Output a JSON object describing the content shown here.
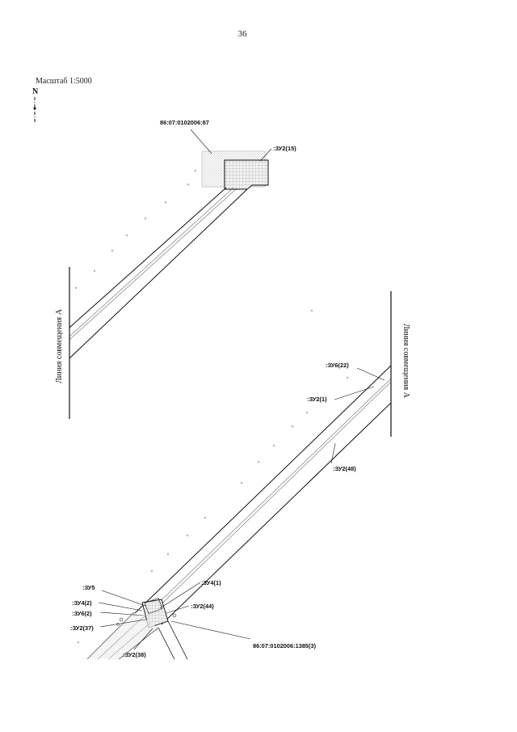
{
  "page": {
    "number": "36",
    "scale": "Масштаб 1:5000"
  },
  "north_arrow": {
    "label": "N"
  },
  "alignment_line": {
    "label": "Линия совмещения А"
  },
  "labels": {
    "parcel_top": "86:07:0102006:87",
    "zu2_15": ":ЗУ2(15)",
    "zu6_22": ":ЗУ6(22)",
    "zu2_1": ":ЗУ2(1)",
    "zu2_48": ":ЗУ2(48)",
    "zu5": ":ЗУ5",
    "zu4_1": ":ЗУ4(1)",
    "zu4_2": ":ЗУ4(2)",
    "zu2_44": ":ЗУ2(44)",
    "zu6_2": ":ЗУ6(2)",
    "zu2_37": ":ЗУ2(37)",
    "zu2_38": ":ЗУ2(38)",
    "parcel_bottom": "86:07:0102006:1385(3)"
  }
}
